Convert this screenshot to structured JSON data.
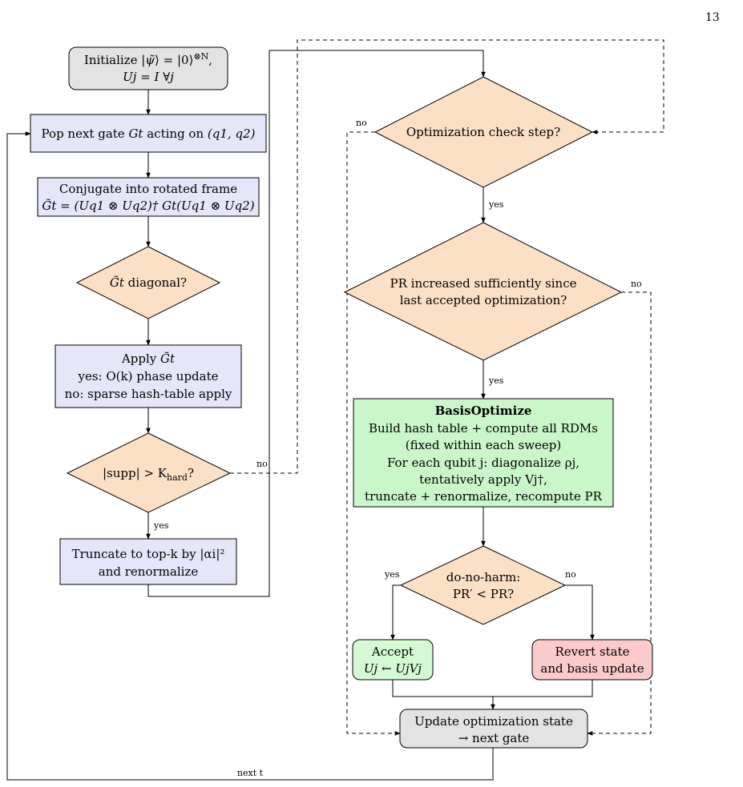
{
  "page_number": "13",
  "colors": {
    "process_fill": "#e6e6fb",
    "decision_fill": "#fbe0c6",
    "optimize_fill": "#c9f7c9",
    "accept_fill": "#d4fad4",
    "revert_fill": "#fbcaca",
    "terminal_fill": "#e3e3e3",
    "line": "#000000"
  },
  "nodes": {
    "init": {
      "line1_pre": "Initialize |",
      "line1_psi": "ψ̃",
      "line1_mid": "⟩ = |0⟩",
      "line1_sup": "⊗N",
      "line1_post": ",",
      "line2": "Uj = I ∀j"
    },
    "pop": {
      "pre": "Pop next gate ",
      "gate": "Gt",
      "mid": " acting on ",
      "qubits": "(q1, q2)"
    },
    "conjugate": {
      "line1": "Conjugate into rotated frame",
      "line2": "G̃t = (Uq1 ⊗ Uq2)† Gt(Uq1 ⊗ Uq2)"
    },
    "diag_check": {
      "gate": "G̃t",
      "text": " diagonal?"
    },
    "apply": {
      "line1_pre": "Apply ",
      "line1_gate": "G̃t",
      "line2": "yes: O(k) phase update",
      "line3": "no: sparse hash-table apply"
    },
    "supp_check": {
      "text": "|supp| > K",
      "sub": "hard",
      "post": "?"
    },
    "truncate": {
      "line1": "Truncate to top-k by |αi|²",
      "line2": "and renormalize"
    },
    "opt_check": {
      "text": "Optimization check step?"
    },
    "pr_check": {
      "line1": "PR increased sufficiently since",
      "line2": "last accepted optimization?"
    },
    "basis_opt": {
      "title": "BasisOptimize",
      "line1": "Build hash table + compute all RDMs",
      "line2": "(fixed within each sweep)",
      "line3": "For each qubit j: diagonalize ρj,",
      "line4": "tentatively apply Vj†,",
      "line5": "truncate + renormalize, recompute PR"
    },
    "harm_check": {
      "line1": "do-no-harm:",
      "line2": "PR′ < PR?"
    },
    "accept": {
      "line1": "Accept",
      "line2": "Uj ← UjVj"
    },
    "revert": {
      "line1": "Revert state",
      "line2": "and basis update"
    },
    "update": {
      "line1": "Update optimization state",
      "line2": "→ next gate"
    }
  },
  "edge_labels": {
    "supp_yes": "yes",
    "supp_no": "no",
    "opt_yes": "yes",
    "opt_no": "no",
    "pr_yes": "yes",
    "pr_no": "no",
    "harm_yes": "yes",
    "harm_no": "no",
    "loop": "next t"
  }
}
